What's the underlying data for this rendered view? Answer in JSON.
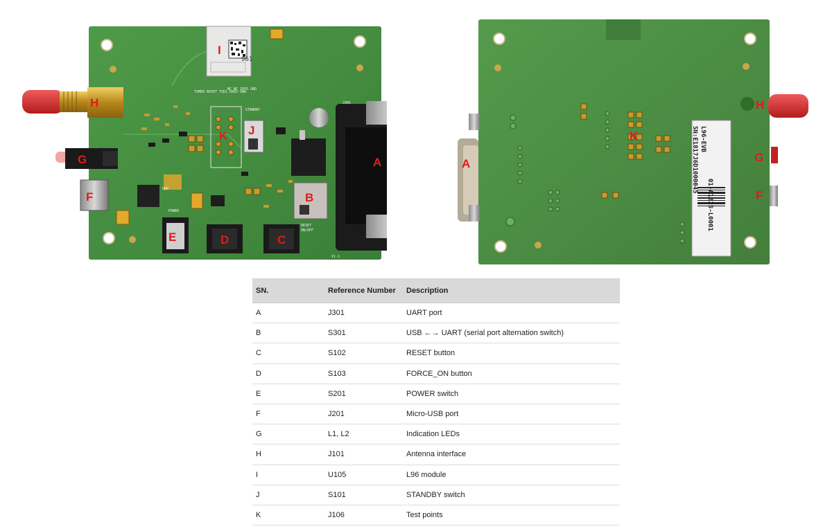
{
  "figure": {
    "front_labels": [
      "I",
      "H",
      "K",
      "J",
      "A",
      "G",
      "B",
      "F",
      "E",
      "D",
      "C"
    ],
    "back_labels": [
      "H",
      "K",
      "A",
      "G",
      "F"
    ],
    "front_silkscreen": {
      "j301": "J301",
      "standby": "STANDBY",
      "power": "POWER",
      "reset": "RESET",
      "on_off": "ON/OFF",
      "gnd": "GND",
      "version": "V1.1",
      "pins": "TIMER RESET TXD1 RXD1 GND",
      "nc": "NC NC 1PPS GND"
    },
    "back_sticker": {
      "line1": "L96-EVB",
      "line2": "SN:E1817J6D1000045",
      "line3": "01-A1325-L0001"
    }
  },
  "table": {
    "headers": {
      "sn": "SN.",
      "ref": "Reference Number",
      "desc": "Description"
    },
    "rows": [
      {
        "sn": "A",
        "ref": "J301",
        "desc": "UART port"
      },
      {
        "sn": "B",
        "ref": "S301",
        "desc": "USB ←→ UART (serial port alternation switch)"
      },
      {
        "sn": "C",
        "ref": "S102",
        "desc": "RESET button"
      },
      {
        "sn": "D",
        "ref": "S103",
        "desc": "FORCE_ON button"
      },
      {
        "sn": "E",
        "ref": "S201",
        "desc": "POWER switch"
      },
      {
        "sn": "F",
        "ref": "J201",
        "desc": "Micro-USB port"
      },
      {
        "sn": "G",
        "ref": "L1, L2",
        "desc": "Indication LEDs"
      },
      {
        "sn": "H",
        "ref": "J101",
        "desc": "Antenna interface"
      },
      {
        "sn": "I",
        "ref": "U105",
        "desc": "L96 module"
      },
      {
        "sn": "J",
        "ref": "S101",
        "desc": "STANDBY switch"
      },
      {
        "sn": "K",
        "ref": "J106",
        "desc": "Test points"
      }
    ]
  },
  "colors": {
    "pcb_front": "#3f8a3c",
    "pcb_back": "#4a8e42",
    "label_red": "#e01b1b"
  }
}
